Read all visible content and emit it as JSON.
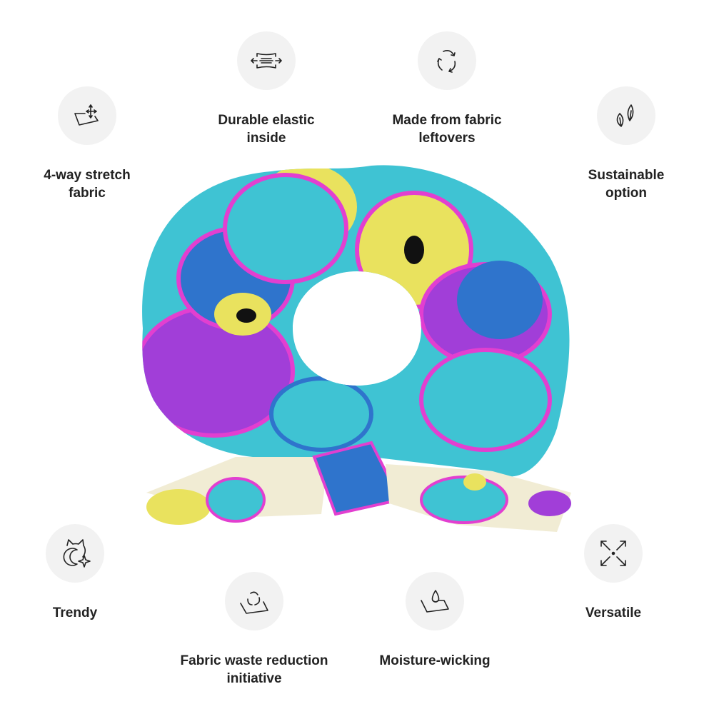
{
  "features": {
    "stretch": {
      "label": "4-way stretch\nfabric",
      "icon": "stretch-arrows-icon"
    },
    "elastic": {
      "label": "Durable elastic\ninside",
      "icon": "elastic-band-icon"
    },
    "leftovers": {
      "label": "Made from fabric\nleftovers",
      "icon": "recycle-arrows-icon"
    },
    "sustainable": {
      "label": "Sustainable\noption",
      "icon": "leaves-icon"
    },
    "trendy": {
      "label": "Trendy",
      "icon": "cat-moon-sparkle-icon"
    },
    "waste": {
      "label": "Fabric waste reduction\ninitiative",
      "icon": "fabric-recycle-icon"
    },
    "moisture": {
      "label": "Moisture-wicking",
      "icon": "fabric-droplet-icon"
    },
    "versatile": {
      "label": "Versatile",
      "icon": "expand-arrows-icon"
    }
  },
  "colors": {
    "circle": "#f2f2f2",
    "cyan": "#3fc3d3",
    "blue": "#2f74cc",
    "purple": "#a13ed8",
    "magenta": "#e23fd0",
    "yellow": "#e9e25e",
    "cream": "#f1ecd4"
  }
}
